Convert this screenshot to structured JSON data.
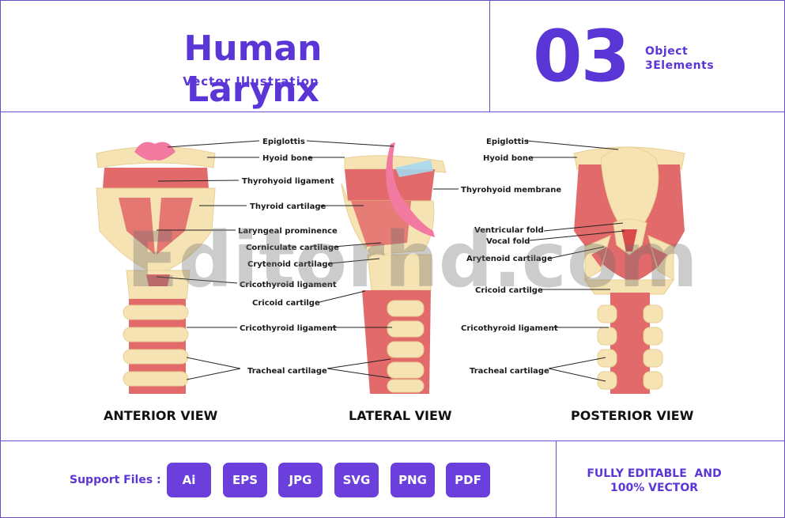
{
  "header": {
    "title": "Human Larynx",
    "subtitle": "Vector Illustration",
    "count": "03",
    "count_line1": "Object",
    "count_line2": "3Elements"
  },
  "watermark": "Editorhd.com",
  "views": {
    "anterior": {
      "title": "ANTERIOR VIEW",
      "labels": [
        "Epiglottis",
        "Hyoid bone",
        "Thyrohyoid ligament",
        "Thyroid cartilage",
        "Laryngeal prominence",
        "Cricothyroid ligament",
        "Cricothyroid ligament",
        "Tracheal cartilage"
      ]
    },
    "lateral": {
      "title": "LATERAL VIEW",
      "labels": [
        "Thyrohyoid membrane",
        "Corniculate cartilage",
        "Crytenoid cartilage",
        "Cricoid cartilge"
      ]
    },
    "posterior": {
      "title": "POSTERIOR VIEW",
      "labels": [
        "Epiglottis",
        "Hyoid bone",
        "Ventricular fold",
        "Vocal fold",
        "Arytenoid cartilage",
        "Cricoid cartilge",
        "Cricothyroid ligament",
        "Tracheal cartilage"
      ]
    }
  },
  "footer": {
    "support_label": "Support Files :",
    "formats": [
      "Ai",
      "EPS",
      "JPG",
      "SVG",
      "PNG",
      "PDF"
    ],
    "editable_line1": "FULLY EDITABLE  AND",
    "editable_line2": "100% VECTOR"
  },
  "colors": {
    "accent": "#5b36d6",
    "badge": "#6a3fdb",
    "cartilage": "#f6e3b4",
    "muscle": "#e26a6a",
    "epiglottis": "#f27aa0"
  }
}
